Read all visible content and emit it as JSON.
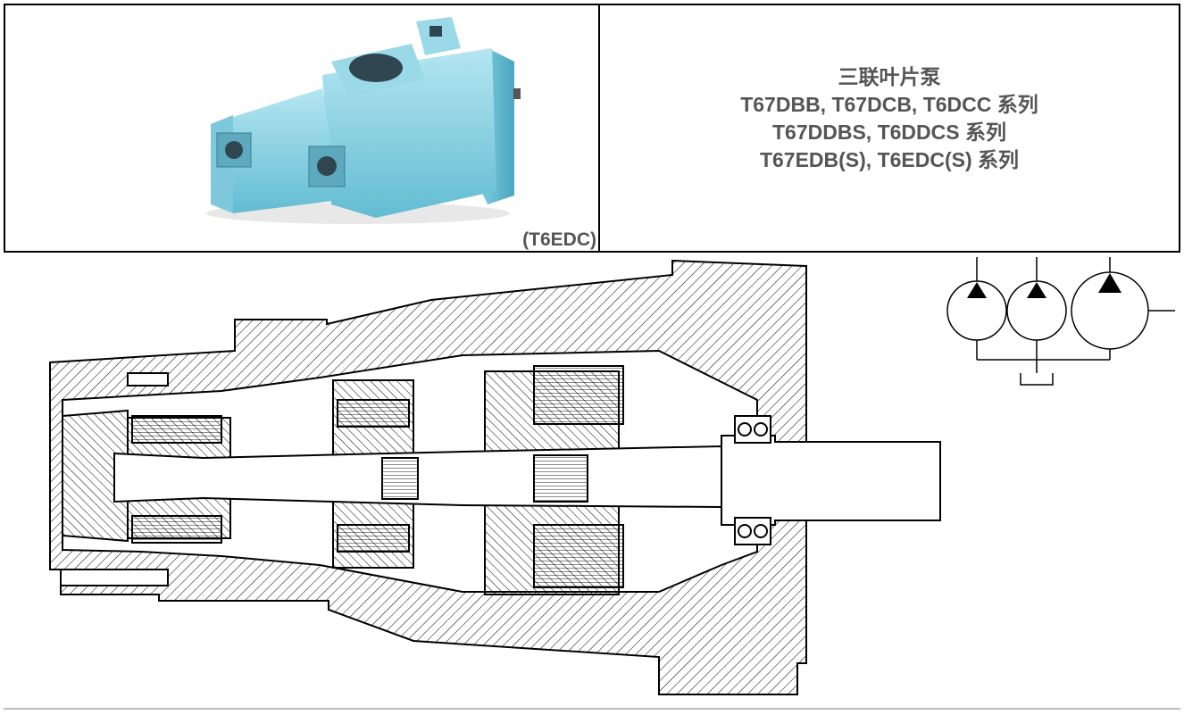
{
  "header": {
    "caption": "(T6EDC)",
    "title_lines": [
      "三联叶片泵",
      "T67DBB, T67DCB, T6DCC 系列",
      "T67DDBS, T6DDCS 系列",
      "T67EDB(S), T6EDC(S) 系列"
    ]
  },
  "colors": {
    "pump_body": "#8fd6e6",
    "pump_shadow": "#5cb8cf",
    "text": "#555555",
    "line": "#000000"
  }
}
